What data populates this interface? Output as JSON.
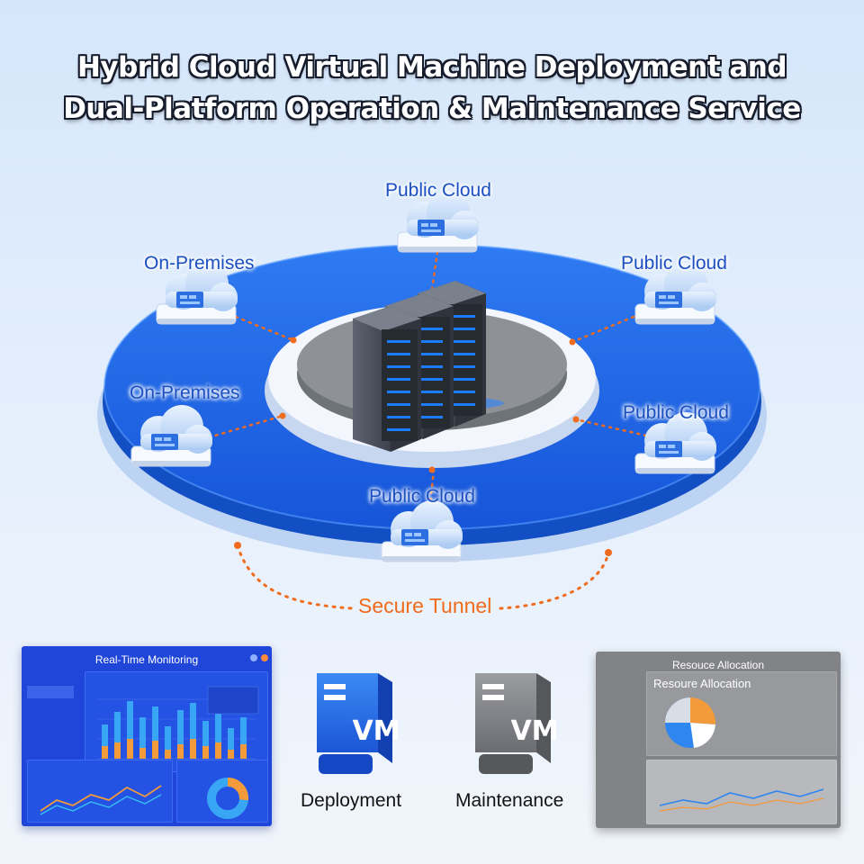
{
  "title": {
    "line1": "Hybrid Cloud Virtual Machine Deployment and",
    "line2": "Dual-Platform Operation & Maintenance Service"
  },
  "nodes": {
    "top": "Public Cloud",
    "upper_left": "On-Premises",
    "upper_right": "Public Cloud",
    "lower_left": "On-Premises",
    "lower_right": "Public Cloud",
    "bottom": "Public Cloud"
  },
  "tunnel_label": "Secure Tunnel",
  "panels": {
    "monitoring_title": "Real-Time Monitoring",
    "allocation_title": "Resouce Allocation",
    "allocation_subtitle": "Resoure Allocation"
  },
  "vm": {
    "deployment": {
      "icon_text": "VM",
      "caption": "Deployment"
    },
    "maintenance": {
      "icon_text": "VM",
      "caption": "Maintenance"
    }
  },
  "colors": {
    "ring_blue": "#1f63e6",
    "accent_orange": "#ef6b1e",
    "panel_blue": "#1f46d8",
    "panel_gray": "#828386"
  }
}
